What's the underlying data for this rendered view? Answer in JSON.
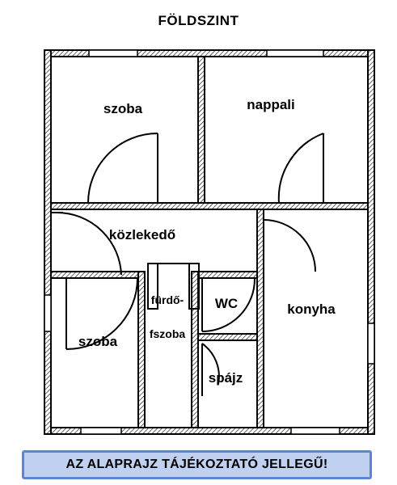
{
  "title": "FÖLDSZINT",
  "rooms": {
    "szoba_top": "szoba",
    "nappali": "nappali",
    "kozlekedo": "közlekedő",
    "szoba_bottom": "szoba",
    "furdo_line1": "fürdő-",
    "furdo_line2": "fszoba",
    "wc": "WC",
    "konyha": "konyha",
    "spajz": "spájz"
  },
  "disclaimer": "AZ ALAPRAJZ TÁJÉKOZTATÓ JELLEGŰ!"
}
